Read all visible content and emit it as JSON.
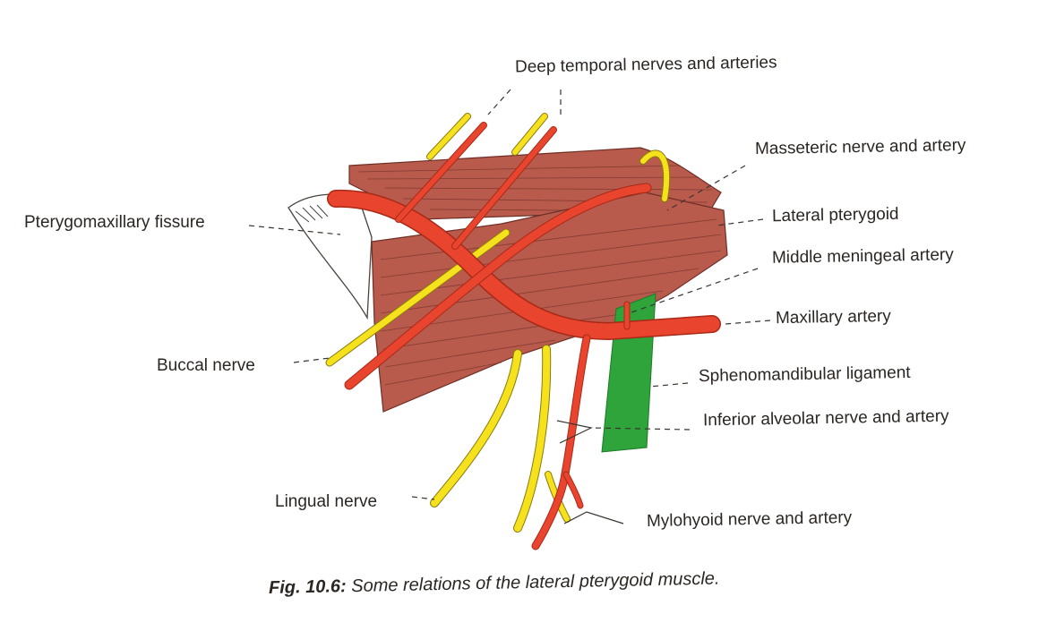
{
  "labels": {
    "deep_temporal": "Deep temporal nerves and arteries",
    "masseteric": "Masseteric nerve and artery",
    "lateral_pterygoid": "Lateral pterygoid",
    "middle_meningeal": "Middle meningeal artery",
    "maxillary_artery": "Maxillary artery",
    "sphenomandibular": "Sphenomandibular ligament",
    "inferior_alveolar": "Inferior alveolar nerve and artery",
    "mylohyoid": "Mylohyoid nerve and artery",
    "pterygomaxillary": "Pterygomaxillary fissure",
    "buccal": "Buccal nerve",
    "lingual": "Lingual nerve"
  },
  "caption": {
    "figure_number": "Fig. 10.6:",
    "text": "Some relations of the lateral pterygoid muscle."
  },
  "colors": {
    "muscle": "#b85a4c",
    "muscle_fiber": "#6e2f26",
    "artery": "#e8442e",
    "nerve": "#f5e21c",
    "ligament": "#2ea43a",
    "bone_outline": "#4a4440"
  }
}
